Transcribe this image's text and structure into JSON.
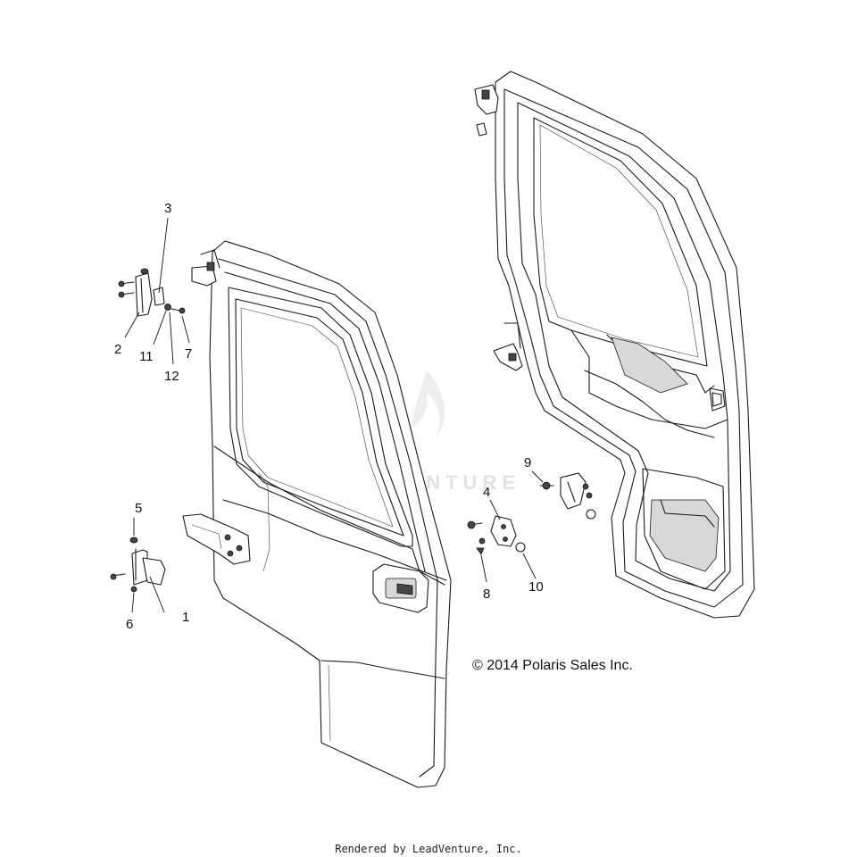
{
  "callouts": [
    {
      "id": "1",
      "label": "1"
    },
    {
      "id": "2",
      "label": "2"
    },
    {
      "id": "3",
      "label": "3"
    },
    {
      "id": "4",
      "label": "4"
    },
    {
      "id": "5",
      "label": "5"
    },
    {
      "id": "6",
      "label": "6"
    },
    {
      "id": "7",
      "label": "7"
    },
    {
      "id": "8",
      "label": "8"
    },
    {
      "id": "9",
      "label": "9"
    },
    {
      "id": "10",
      "label": "10"
    },
    {
      "id": "11",
      "label": "11"
    },
    {
      "id": "12",
      "label": "12"
    }
  ],
  "copyright": "© 2014 Polaris Sales Inc.",
  "watermark": "LEADVENTURE",
  "footer": "Rendered by LeadVenture, Inc.",
  "colors": {
    "ink": "#1a1a1a",
    "background": "#ffffff",
    "watermark": "#e2e2e2"
  }
}
